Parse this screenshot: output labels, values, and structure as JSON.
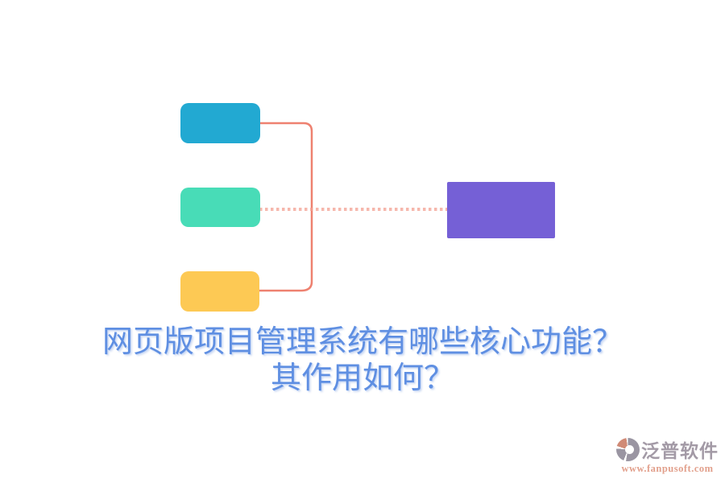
{
  "title": {
    "line1": "网页版项目管理系统有哪些核心功能？",
    "line2": "其作用如何？",
    "color": "#5f8fe2"
  },
  "diagram": {
    "nodes": [
      {
        "id": "branch-top",
        "color": "#22a9d2"
      },
      {
        "id": "branch-middle",
        "color": "#48dcb7"
      },
      {
        "id": "branch-bottom",
        "color": "#fdc954"
      },
      {
        "id": "root-right",
        "color": "#7560d6"
      }
    ],
    "connector": {
      "bracket_color": "#ee8170",
      "dotted_color": "#f4a091"
    }
  },
  "watermark": {
    "brand": "泛普软件",
    "url": "www.fanpusoft.com",
    "brand_color": "#a39aa6",
    "url_color": "#e2a08c",
    "icon": "fanpu-pie-logo",
    "icon_gray": "#9a95a2",
    "icon_salmon": "#d08a76"
  }
}
